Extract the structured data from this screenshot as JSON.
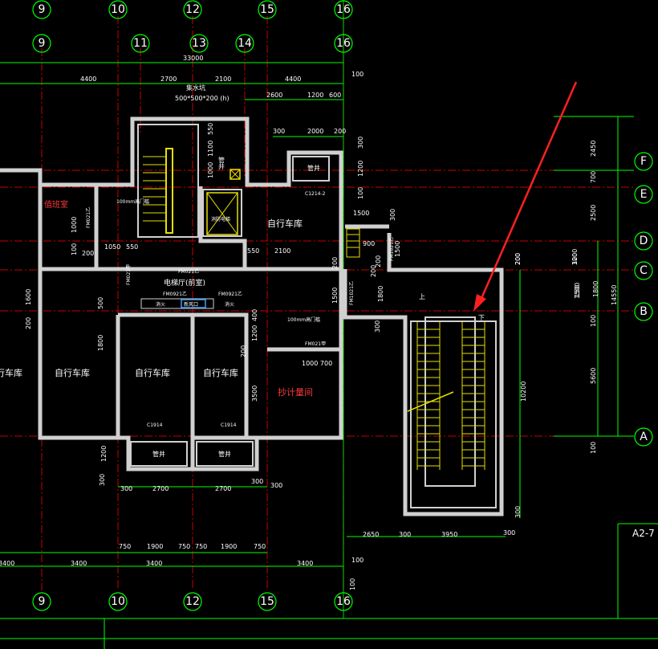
{
  "colors": {
    "background": "#000000",
    "grid_circle": "#00ff00",
    "dimension": "#00ff00",
    "axis_line": "#c80000",
    "wall": "#d0d0d0",
    "stair_tread": "#e6e000",
    "arrow": "#ff2020",
    "text": "#ffffff",
    "red_text": "#ff3b3b",
    "elevator_box": "#e6e000",
    "blue_box": "#3aa0ff"
  },
  "grid_axes": {
    "top_row_1": [
      "9",
      "10",
      "12",
      "15",
      "16"
    ],
    "top_row_2": [
      "9",
      "11",
      "13",
      "14",
      "16"
    ],
    "bottom_row": [
      "9",
      "10",
      "12",
      "15",
      "16"
    ],
    "right_column": [
      "F",
      "E",
      "D",
      "C",
      "B",
      "A"
    ]
  },
  "dimensions": {
    "overall_top": "33000",
    "top_segments": [
      "4400",
      "2700",
      "2100",
      "4400"
    ],
    "top_right_100": "100",
    "beam_note": "500*500*200 (h)",
    "beam_title": "集水坑",
    "top_small": [
      "2600",
      "1200",
      "600"
    ],
    "shaft_row": [
      "300",
      "2000",
      "200"
    ],
    "shaft_vertical": [
      "550",
      "1100",
      "1000"
    ],
    "col_right": [
      "300",
      "1200",
      "100"
    ],
    "col_1500": "1500",
    "col_300b": "300",
    "col_900": "900",
    "col_1500b": "1500",
    "col_200": "200",
    "left_1000": "1000",
    "left_100": "100",
    "left_200": "200",
    "left_1050": "1050",
    "left_550": "550",
    "mid_550": "550",
    "mid_2100": "2100",
    "mid_200": "200",
    "v_1500": "1500",
    "v_1800": "1800",
    "v_200": "200",
    "mid_500": "500",
    "left_1600": "1600",
    "left_200b": "200",
    "mid_1800": "1800",
    "mid_200b": "200",
    "mid_1200": "1200",
    "mid_400": "400",
    "mid_3500": "3500",
    "mid_1000_700": "1000 700",
    "stair_300": "300",
    "right_stack": [
      "2450",
      "700",
      "2500",
      "1200",
      "1500",
      "100",
      "5600",
      "100"
    ],
    "right_small": [
      "200",
      "300",
      "150"
    ],
    "right_total": "14550",
    "right_sub": "1800",
    "stair_total": "10200",
    "stair_200": "200",
    "stair_300b": "300",
    "bottom_small": [
      "1200",
      "300",
      "300",
      "2700",
      "2700",
      "300",
      "300"
    ],
    "bottom_row2": [
      "750",
      "1900",
      "750",
      "750",
      "1900",
      "750"
    ],
    "bottom_row3": [
      "3400",
      "3400",
      "3400",
      "3400"
    ],
    "bottom_right": [
      "2650",
      "300",
      "3950",
      "300"
    ],
    "bottom_100": "100",
    "bottom_100b": "100"
  },
  "rooms": {
    "garage_1": "自行车库",
    "garage_2": "自行车库",
    "garage_3": "自行车库",
    "garage_4": "自行车库",
    "garage_5": "自行车库",
    "lobby": "电梯厅(前室)",
    "meter_room": "抄计量间",
    "office_partial": "值班室",
    "shaft_1": "管井",
    "shaft_2": "管井",
    "shaft_3": "管井",
    "shaft_label": "管井",
    "elevator_label": "消防电梯",
    "stair_up": "上",
    "stair_dn": "下"
  },
  "door_labels": {
    "fm_1": "FM021乙",
    "fm_2": "FM021乙",
    "fm_3": "FM021甲",
    "fm_4": "FM0921乙",
    "fm_5": "FM0921乙",
    "fm_6": "FM021甲",
    "door_note_1": "100mm高门槛",
    "door_note_2": "100mm高门槛",
    "c1214": "C1214-2",
    "c1914a": "C1914",
    "c1914b": "C1914",
    "fm_vertical": "FM1021乙",
    "fm_vertical_2": "FM1021乙",
    "small_1": "消火",
    "small_2": "新风口",
    "small_3": "消火"
  },
  "drawing_id": "A2-7",
  "annotation": "arrow pointing to stair landing"
}
